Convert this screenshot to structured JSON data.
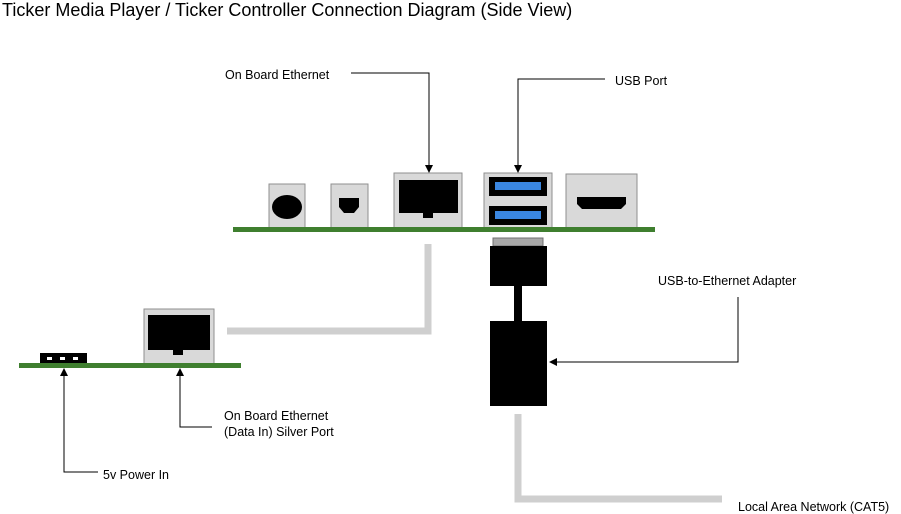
{
  "title": "Ticker Media Player / Ticker Controller Connection Diagram (Side View)",
  "labels": {
    "onboard_ethernet": "On Board Ethernet",
    "usb_port": "USB Port",
    "usb_to_ethernet_adapter": "USB-to-Ethernet Adapter",
    "controller_ethernet_line1": "On Board Ethernet",
    "controller_ethernet_line2": "(Data In) Silver Port",
    "power_in": "5v Power In",
    "lan": "Local Area Network (CAT5)"
  },
  "colors": {
    "board": "#3f7f2f",
    "port_housing": "#d9d9d9",
    "port_border": "#8f8f8f",
    "usb_tab": "#3a86e0",
    "cable": "#cfcfcf",
    "adapter": "#000000",
    "adapter_plug": "#a8a8a8",
    "leader_line": "#000000"
  }
}
